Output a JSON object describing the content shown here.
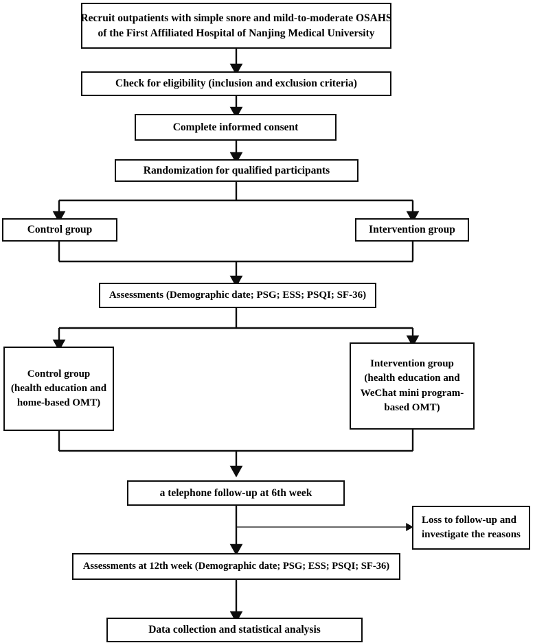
{
  "diagram": {
    "title": "Study flow diagram",
    "line_color": "#0d0d0d",
    "background": "#ffffff",
    "nodes": {
      "recruit": {
        "lines": [
          "Recruit outpatients with simple snore and mild-to-moderate OSAHS",
          "of the First Affiliated Hospital of Nanjing Medical University"
        ]
      },
      "eligibility": {
        "lines": [
          "Check for eligibility (inclusion and exclusion criteria)"
        ]
      },
      "consent": {
        "lines": [
          "Complete informed consent"
        ]
      },
      "randomization": {
        "lines": [
          "Randomization for qualified participants"
        ]
      },
      "control_group": {
        "lines": [
          "Control group"
        ]
      },
      "intervention_group": {
        "lines": [
          "Intervention group"
        ]
      },
      "assessments_baseline": {
        "lines": [
          "Assessments (Demographic date; PSG; ESS; PSQI; SF-36)"
        ]
      },
      "control_arm": {
        "lines": [
          "Control group",
          "(health education and",
          "home-based OMT)"
        ]
      },
      "intervention_arm": {
        "lines": [
          "Intervention group",
          "(health education and",
          "WeChat mini program-",
          "based OMT)"
        ]
      },
      "telephone_followup": {
        "lines": [
          "a telephone follow-up at 6th week"
        ]
      },
      "loss_followup": {
        "lines": [
          "Loss to follow-up and",
          "investigate the reasons"
        ]
      },
      "assessments_12week": {
        "lines": [
          "Assessments at 12th week (Demographic date; PSG; ESS; PSQI; SF-36)"
        ]
      },
      "data_collection": {
        "lines": [
          "Data collection and statistical analysis"
        ]
      }
    }
  }
}
